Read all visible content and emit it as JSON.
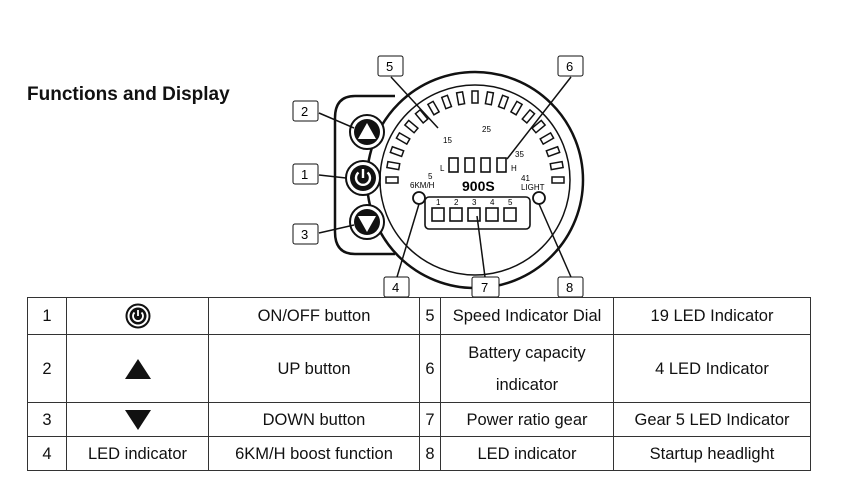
{
  "heading": "Functions and Display",
  "display": {
    "model": "900S",
    "speed_ticks": [
      "5",
      "15",
      "25",
      "35",
      "41"
    ],
    "kmh_label": "6KM/H",
    "light_label": "LIGHT",
    "battery_low": "L",
    "battery_high": "H",
    "gear_numbers": [
      "1",
      "2",
      "3",
      "4",
      "5"
    ],
    "callouts": [
      "1",
      "2",
      "3",
      "4",
      "5",
      "6",
      "7",
      "8"
    ]
  },
  "table": {
    "rows": [
      {
        "n1": "1",
        "icon": "power-icon",
        "d1": "ON/OFF button",
        "n2": "5",
        "f2": "Speed Indicator Dial",
        "d2": "19 LED Indicator"
      },
      {
        "n1": "2",
        "icon": "up-triangle-icon",
        "d1": "UP button",
        "n2": "6",
        "f2": "Battery capacity indicator",
        "d2": "4 LED Indicator"
      },
      {
        "n1": "3",
        "icon": "down-triangle-icon",
        "d1": "DOWN button",
        "n2": "7",
        "f2": "Power ratio gear",
        "d2": "Gear 5 LED Indicator"
      },
      {
        "n1": "4",
        "f1": "LED indicator",
        "d1": "6KM/H boost function",
        "n2": "8",
        "f2": "LED indicator",
        "d2": "Startup headlight"
      }
    ]
  }
}
